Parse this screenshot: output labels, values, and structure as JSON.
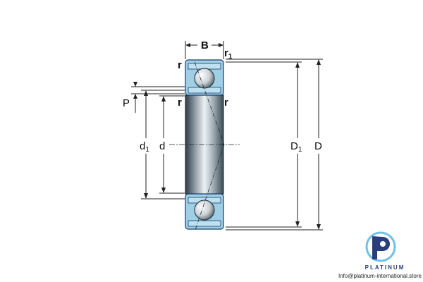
{
  "labels": {
    "B": "B",
    "r": "r",
    "r1_main": "r",
    "r1_sub": "1",
    "P": "P",
    "d1_main": "d",
    "d1_sub": "1",
    "d": "d",
    "D1_main": "D",
    "D1_sub": "1",
    "D": "D"
  },
  "colors": {
    "ring": "#9ecfe4",
    "ring_edge": "#1a3d6e",
    "shaft": "#cfd8dc",
    "shaft_dark": "#3a4a55",
    "ball": "#dfe4e8",
    "logo_blue": "#2a3d7c",
    "logo_light": "#6ec1e8"
  },
  "brand": {
    "name": "PLATINUM",
    "contact": "Info@platinum-international.store"
  }
}
